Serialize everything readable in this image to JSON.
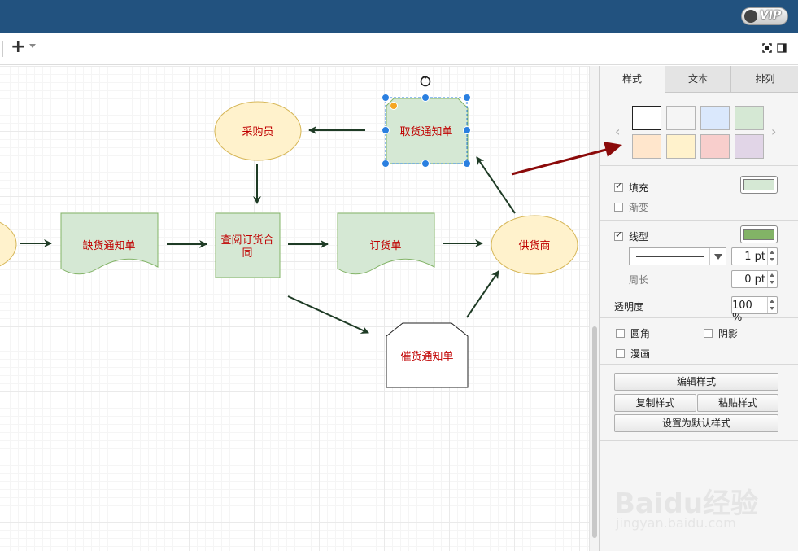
{
  "header": {
    "vip_label": "VIP"
  },
  "toolbar": {
    "add_label": "+"
  },
  "diagram": {
    "nodes": {
      "caigouyuan": "采购员",
      "quhuo": "取货通知单",
      "quehuo": "缺货通知单",
      "chayue_line1": "查阅订货合",
      "chayue_line2": "同",
      "dinghuo": "订货单",
      "gonghuo": "供货商",
      "cuihuo": "催货通知单"
    }
  },
  "panel": {
    "tabs": [
      {
        "label": "样式"
      },
      {
        "label": "文本"
      },
      {
        "label": "排列"
      }
    ],
    "swatch_colors": [
      "#ffffff",
      "#f5f5f5",
      "#dae8fc",
      "#d5e8d4",
      "#ffe6cc",
      "#fff2cc",
      "#f8cecc",
      "#e1d5e7"
    ],
    "fill": {
      "label": "填充",
      "checked": true,
      "color": "#d5e8d4"
    },
    "gradient": {
      "label": "渐变",
      "checked": false
    },
    "line": {
      "label": "线型",
      "checked": true,
      "color": "#82b366",
      "width": "1 pt"
    },
    "perimeter": {
      "label": "周长",
      "value": "0 pt"
    },
    "opacity": {
      "label": "透明度",
      "value": "100 %"
    },
    "rounded": {
      "label": "圆角"
    },
    "shadow": {
      "label": "阴影"
    },
    "sketch": {
      "label": "漫画"
    },
    "buttons": {
      "edit_style": "编辑样式",
      "copy_style": "复制样式",
      "paste_style": "粘贴样式",
      "set_default": "设置为默认样式"
    }
  },
  "watermark": {
    "text": "Baidu经验",
    "sub": "jingyan.baidu.com"
  }
}
